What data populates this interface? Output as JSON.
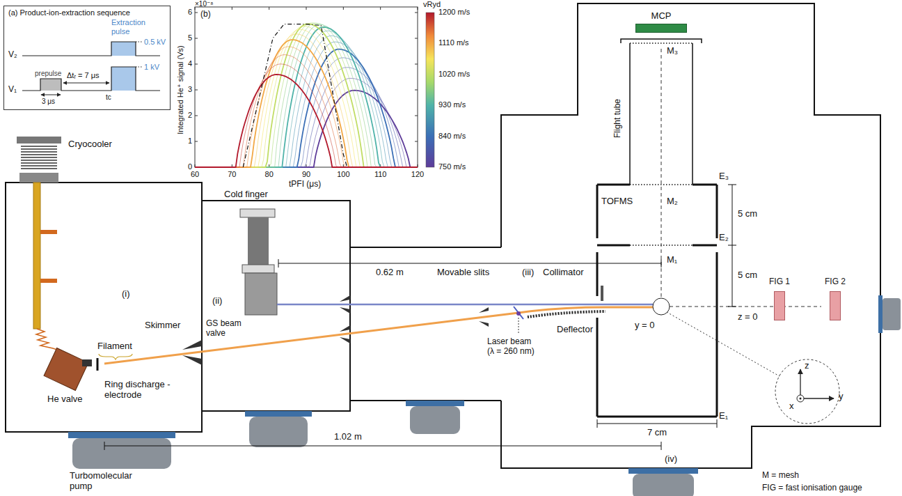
{
  "diagram": {
    "nodes": [
      {
        "text": [
          "(a) Product-ion-extraction sequence"
        ]
      },
      {
        "text": [
          "MCP"
        ]
      },
      {
        "text": [
          "FIG 1"
        ]
      },
      {
        "text": [
          "FIG 2"
        ]
      }
    ],
    "labels": [
      "Extraction pulse",
      "V₂",
      "0.5 kV",
      "prepulse",
      "Δtᵣ = 7 μs",
      "V₁",
      "1 kV",
      "3 μs",
      "tc",
      "(b)",
      "×10⁻⁸",
      "6",
      "5",
      "4",
      "3",
      "2",
      "1",
      "0",
      "60",
      "70",
      "80",
      "90",
      "100",
      "110",
      "120",
      "Integrated He⁺ signal (Vs)",
      "tPFI (μs)",
      "vRyd",
      "1200 m/s",
      "1110 m/s",
      "1020 m/s",
      "930 m/s",
      "840 m/s",
      "750 m/s",
      "Cryocooler",
      "Cold finger",
      "0.62 m",
      "Movable slits",
      "(iii)",
      "Collimator",
      "(i)",
      "(ii)",
      "GS beam valve",
      "Skimmer",
      "Filament",
      "Laser beam (λ = 260 nm)",
      "Deflector",
      "y = 0",
      "z = 0",
      "7 cm",
      "E₁",
      "1.02 m",
      "Ring discharge - electrode",
      "He valve",
      "(iv)",
      "Turbomolecular pump",
      "M = mesh",
      "FIG = fast ionisation gauge",
      "z",
      "x",
      "y",
      "M₃",
      "Flight tube",
      "E₃",
      "TOFMS",
      "M₂",
      "5 cm",
      "E₂",
      "M₁",
      "5 cm"
    ]
  }
}
